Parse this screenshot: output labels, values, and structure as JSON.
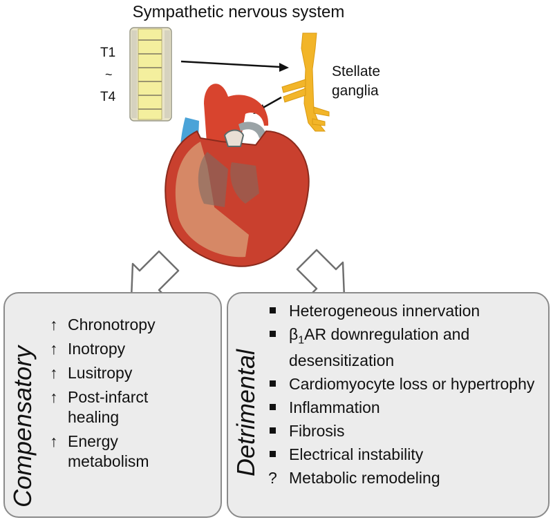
{
  "title": "Sympathetic nervous system",
  "spine": {
    "top_label": "T1",
    "tilde": "~",
    "bottom_label": "T4"
  },
  "ganglia": {
    "line1": "Stellate",
    "line2": "ganglia"
  },
  "compensatory": {
    "label": "Compensatory",
    "arrow_symbol": "↑",
    "items": [
      {
        "line1": "Chronotropy",
        "line2": ""
      },
      {
        "line1": "Inotropy",
        "line2": ""
      },
      {
        "line1": "Lusitropy",
        "line2": ""
      },
      {
        "line1": "Post-infarct",
        "line2": "healing"
      },
      {
        "line1": "Energy",
        "line2": "metabolism"
      }
    ]
  },
  "detrimental": {
    "label": "Detrimental",
    "items": [
      {
        "text": "Heterogeneous innervation"
      },
      {
        "text_pre": "β",
        "text_sub": "1",
        "text_post": "AR downregulation and desensitization"
      },
      {
        "text": "Cardiomyocyte loss or hypertrophy"
      },
      {
        "text": "Inflammation"
      },
      {
        "text": "Fibrosis"
      },
      {
        "text": "Electrical instability"
      }
    ],
    "question_item": {
      "mark": "?",
      "text": "Metabolic remodeling"
    }
  },
  "colors": {
    "box_fill": "#ececec",
    "box_border": "#8a8a8a",
    "heart_red": "#c9402e",
    "ganglia_yellow": "#f2b529",
    "vessel_blue": "#4aa3d8"
  }
}
